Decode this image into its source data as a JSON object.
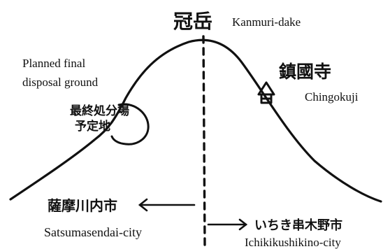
{
  "peak": {
    "jp": "冠岳",
    "en": "Kanmuri-dake"
  },
  "disposal_site": {
    "en_line1": "Planned final",
    "en_line2": "disposal ground",
    "jp_line1": "最終処分場",
    "jp_line2": "予定地"
  },
  "temple": {
    "jp": "鎮國寺",
    "en": "Chingokuji",
    "icon": "temple-icon"
  },
  "west_city": {
    "jp": "薩摩川内市",
    "en": "Satsumasendai-city"
  },
  "east_city": {
    "jp": "いちき串木野市",
    "en": "Ichikikushikino-city"
  },
  "colors": {
    "ink": "#111111",
    "background": "#ffffff"
  }
}
